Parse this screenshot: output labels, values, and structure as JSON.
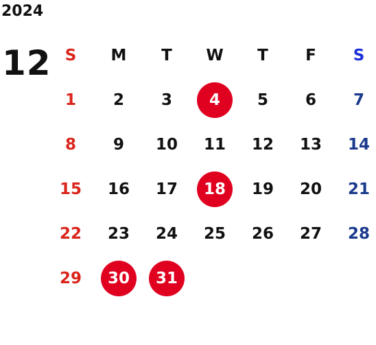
{
  "calendar": {
    "year": "2024",
    "month": "12",
    "weekdays": [
      "S",
      "M",
      "T",
      "W",
      "T",
      "F",
      "S"
    ],
    "weeks": [
      [
        "1",
        "2",
        "3",
        "4",
        "5",
        "6",
        "7"
      ],
      [
        "8",
        "9",
        "10",
        "11",
        "12",
        "13",
        "14"
      ],
      [
        "15",
        "16",
        "17",
        "18",
        "19",
        "20",
        "21"
      ],
      [
        "22",
        "23",
        "24",
        "25",
        "26",
        "27",
        "28"
      ],
      [
        "29",
        "30",
        "31",
        "",
        "",
        "",
        ""
      ]
    ],
    "marked_days": [
      "4",
      "18",
      "30",
      "31"
    ]
  },
  "colors": {
    "sunday": "#d9251c",
    "saturday": "#1a3a8c",
    "saturday_header": "#1b2fd8",
    "weekday": "#111111",
    "mark": "#e0001f"
  }
}
